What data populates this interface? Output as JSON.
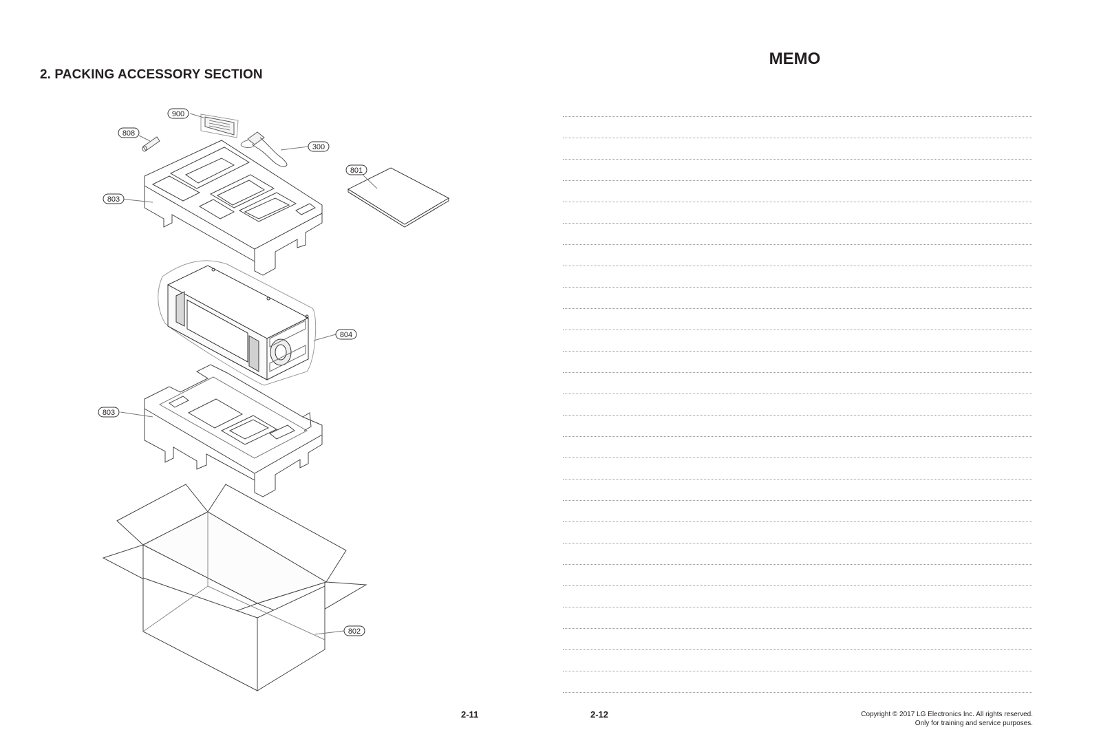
{
  "left_page": {
    "section_title": "2. PACKING ACCESSORY SECTION",
    "page_number": "2-11",
    "callouts": {
      "remote": "900",
      "battery": "808",
      "power_cord": "300",
      "manual": "801",
      "top_foam": "803",
      "main_unit": "804",
      "bottom_foam": "803",
      "carton_box": "802"
    }
  },
  "right_page": {
    "title": "MEMO",
    "page_number": "2-12",
    "copyright_line1": "Copyright © 2017 LG Electronics Inc. All rights reserved.",
    "copyright_line2": "Only for training and service purposes."
  }
}
